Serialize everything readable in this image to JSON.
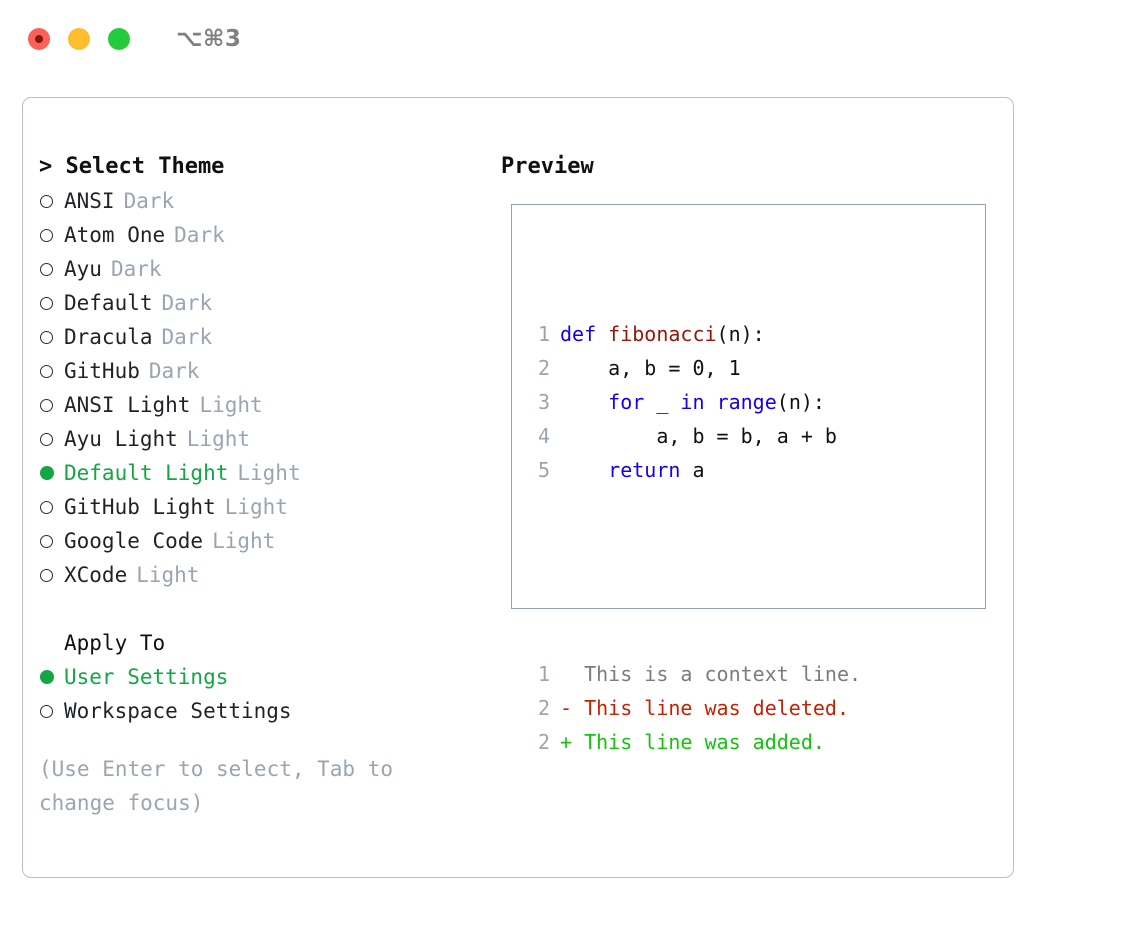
{
  "titlebar": {
    "shortcut": "⌥⌘3",
    "lights": [
      {
        "name": "close",
        "color": "#fb6158"
      },
      {
        "name": "minimize",
        "color": "#fcbe2d"
      },
      {
        "name": "maximize",
        "color": "#26ca3d"
      }
    ]
  },
  "theme_picker": {
    "header": "> Select Theme",
    "options": [
      {
        "label": "ANSI",
        "suffix": "Dark",
        "selected": false
      },
      {
        "label": "Atom One",
        "suffix": "Dark",
        "selected": false
      },
      {
        "label": "Ayu",
        "suffix": "Dark",
        "selected": false
      },
      {
        "label": "Default",
        "suffix": "Dark",
        "selected": false
      },
      {
        "label": "Dracula",
        "suffix": "Dark",
        "selected": false
      },
      {
        "label": "GitHub",
        "suffix": "Dark",
        "selected": false
      },
      {
        "label": "ANSI Light",
        "suffix": "Light",
        "selected": false
      },
      {
        "label": "Ayu Light",
        "suffix": "Light",
        "selected": false
      },
      {
        "label": "Default Light",
        "suffix": "Light",
        "selected": true
      },
      {
        "label": "GitHub Light",
        "suffix": "Light",
        "selected": false
      },
      {
        "label": "Google Code",
        "suffix": "Light",
        "selected": false
      },
      {
        "label": "XCode",
        "suffix": "Light",
        "selected": false
      }
    ]
  },
  "apply_to": {
    "header": "Apply To",
    "options": [
      {
        "label": "User Settings",
        "selected": true
      },
      {
        "label": "Workspace Settings",
        "selected": false
      }
    ]
  },
  "hint": "(Use Enter to select, Tab to change focus)",
  "preview": {
    "title": "Preview",
    "code_lines": [
      {
        "number": "1",
        "tokens": [
          {
            "text": "def ",
            "style": "kw"
          },
          {
            "text": "fibonacci",
            "style": "fn"
          },
          {
            "text": "(n):",
            "style": "plain"
          }
        ]
      },
      {
        "number": "2",
        "tokens": [
          {
            "text": "    a, b = 0, 1",
            "style": "plain"
          }
        ]
      },
      {
        "number": "3",
        "tokens": [
          {
            "text": "    ",
            "style": "plain"
          },
          {
            "text": "for",
            "style": "kw"
          },
          {
            "text": " _ ",
            "style": "plain"
          },
          {
            "text": "in",
            "style": "kw"
          },
          {
            "text": " ",
            "style": "plain"
          },
          {
            "text": "range",
            "style": "kw"
          },
          {
            "text": "(n):",
            "style": "plain"
          }
        ]
      },
      {
        "number": "4",
        "tokens": [
          {
            "text": "        a, b = b, a + b",
            "style": "plain"
          }
        ]
      },
      {
        "number": "5",
        "tokens": [
          {
            "text": "    ",
            "style": "plain"
          },
          {
            "text": "return",
            "style": "kw"
          },
          {
            "text": " a",
            "style": "plain"
          }
        ]
      }
    ],
    "diff_lines": [
      {
        "number": "1",
        "marker": " ",
        "text": " This is a context line.",
        "style": "diff-ctx"
      },
      {
        "number": "2",
        "marker": "-",
        "text": " This line was deleted.",
        "style": "diff-del"
      },
      {
        "number": "2",
        "marker": "+",
        "text": " This line was added.",
        "style": "diff-add"
      }
    ]
  },
  "colors": {
    "selection_green": "#12a744",
    "diff_added": "#12c40c",
    "diff_deleted": "#cc1f00",
    "keyword_blue": "#1400f5",
    "function_red": "#9c1406",
    "muted_gray": "#9aa5b1",
    "panel_border": "#b6bfcb",
    "preview_border": "#93a1b4"
  }
}
